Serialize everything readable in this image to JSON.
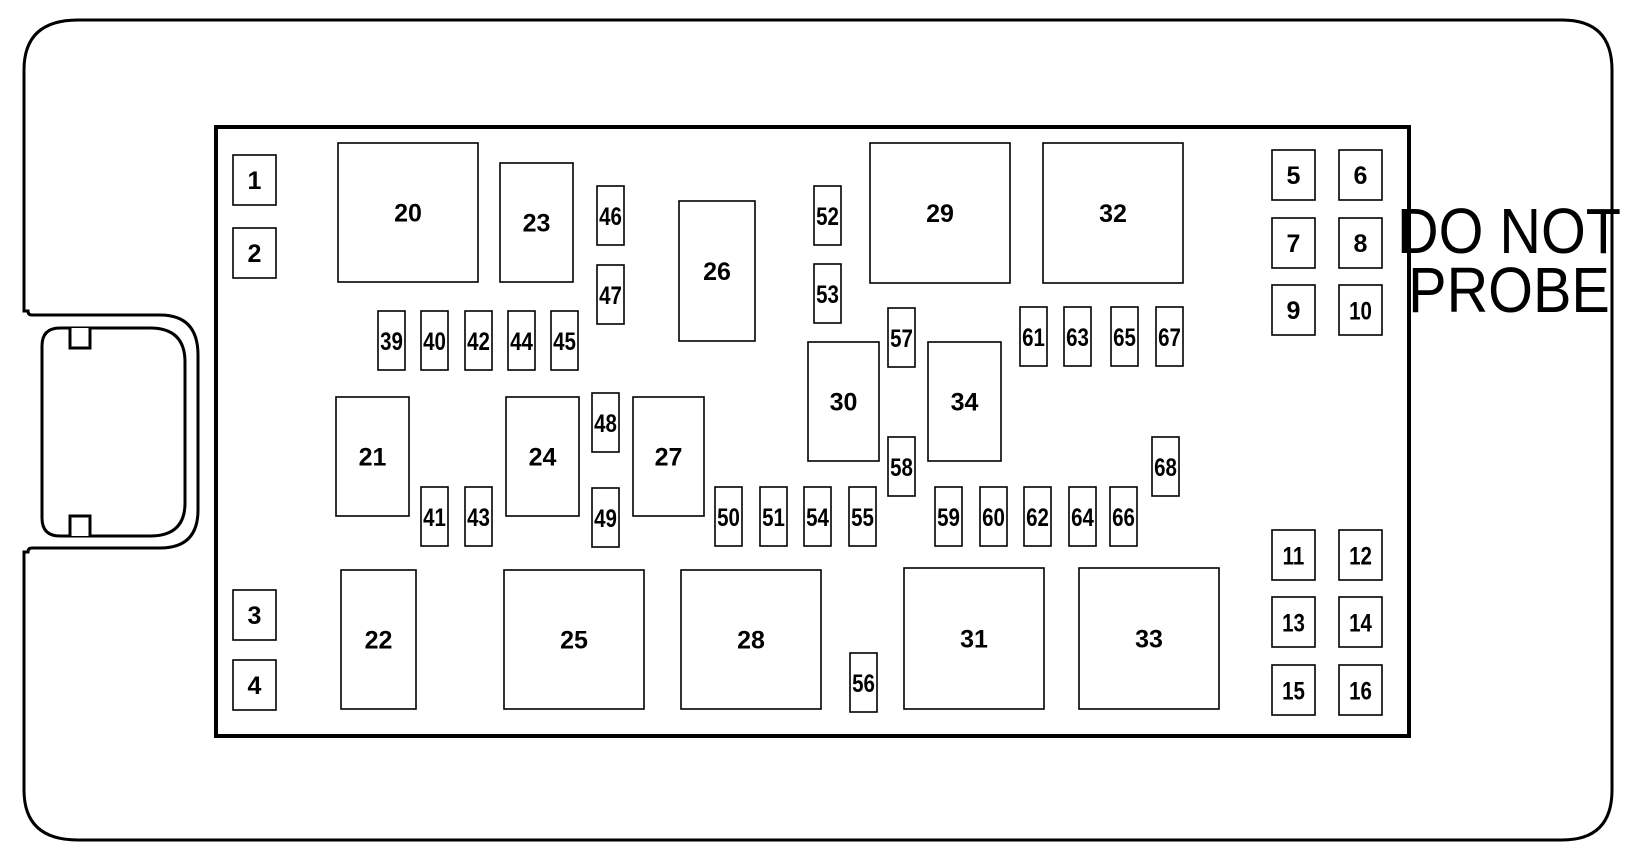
{
  "warning": {
    "line1": "DO NOT",
    "line2": "PROBE"
  },
  "positions": [
    "1",
    "2",
    "3",
    "4",
    "5",
    "6",
    "7",
    "8",
    "9",
    "10",
    "11",
    "12",
    "13",
    "14",
    "15",
    "16",
    "20",
    "21",
    "22",
    "23",
    "24",
    "25",
    "26",
    "27",
    "28",
    "29",
    "30",
    "31",
    "32",
    "33",
    "34",
    "39",
    "40",
    "41",
    "42",
    "43",
    "44",
    "45",
    "46",
    "47",
    "48",
    "49",
    "50",
    "51",
    "52",
    "53",
    "54",
    "55",
    "56",
    "57",
    "58",
    "59",
    "60",
    "61",
    "62",
    "63",
    "64",
    "65",
    "66",
    "67",
    "68"
  ]
}
